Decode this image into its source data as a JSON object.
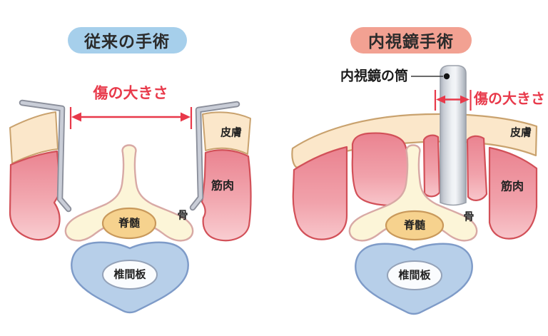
{
  "palette": {
    "badge_blue": "#a6cfeb",
    "badge_salmon": "#f2a192",
    "accent_red": "#e8394a",
    "skin_fill": "#fbe7ca",
    "skin_outline": "#c9a26e",
    "muscle_outline": "#d25058",
    "bone_fill": "#fcf5d8",
    "bone_outline": "#d8a9a5",
    "cord_fill": "#f6d28e",
    "cord_outline": "#c9995b",
    "disc_fill": "#b7cfe9",
    "disc_outline": "#7e9bc8",
    "tube_outline": "#9ba1ab",
    "text_dark": "#2b2b2b"
  },
  "left_panel": {
    "title": "従来の手術",
    "wound_label": "傷の大きさ",
    "labels": {
      "skin": "皮膚",
      "muscle": "筋肉",
      "bone": "骨",
      "spinal_cord": "脊髄",
      "disc": "椎間板"
    }
  },
  "right_panel": {
    "title": "内視鏡手術",
    "tube_label": "内視鏡の筒",
    "wound_label": "傷の大きさ",
    "labels": {
      "skin": "皮膚",
      "muscle": "筋肉",
      "bone": "骨",
      "spinal_cord": "脊髄",
      "disc": "椎間板"
    }
  }
}
